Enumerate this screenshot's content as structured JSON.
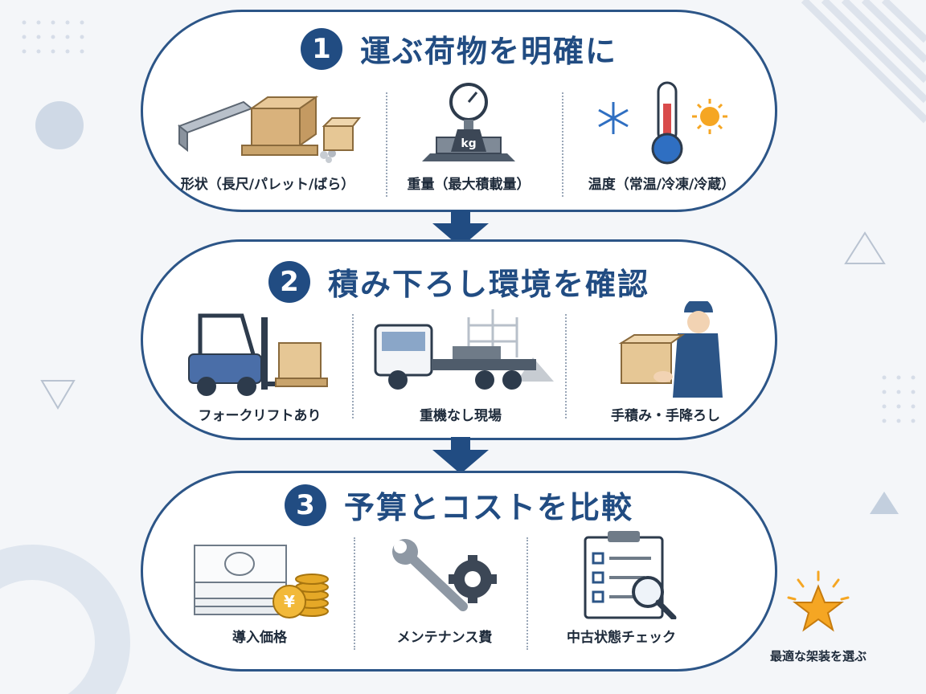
{
  "steps": [
    {
      "number": "1",
      "title": "運ぶ荷物を明確に",
      "items": [
        {
          "label": "形状（長尺/パレット/ばら）",
          "icon": "cargo-shapes-icon"
        },
        {
          "label": "重量（最大積載量）",
          "icon": "weight-scale-icon"
        },
        {
          "label": "温度（常温/冷凍/冷蔵）",
          "icon": "temperature-icon"
        }
      ]
    },
    {
      "number": "2",
      "title": "積み下ろし環境を確認",
      "items": [
        {
          "label": "フォークリフトあり",
          "icon": "forklift-icon"
        },
        {
          "label": "重機なし現場",
          "icon": "truck-icon"
        },
        {
          "label": "手積み・手降ろし",
          "icon": "worker-icon"
        }
      ]
    },
    {
      "number": "3",
      "title": "予算とコストを比較",
      "items": [
        {
          "label": "導入価格",
          "icon": "money-icon"
        },
        {
          "label": "メンテナンス費",
          "icon": "wrench-gear-icon"
        },
        {
          "label": "中古状態チェック",
          "icon": "checklist-icon"
        }
      ]
    }
  ],
  "result": {
    "label": "最適な架装を選ぶ",
    "icon": "star-icon"
  },
  "colors": {
    "primary": "#214c82",
    "border": "#2c5587",
    "star": "#f5a623"
  }
}
